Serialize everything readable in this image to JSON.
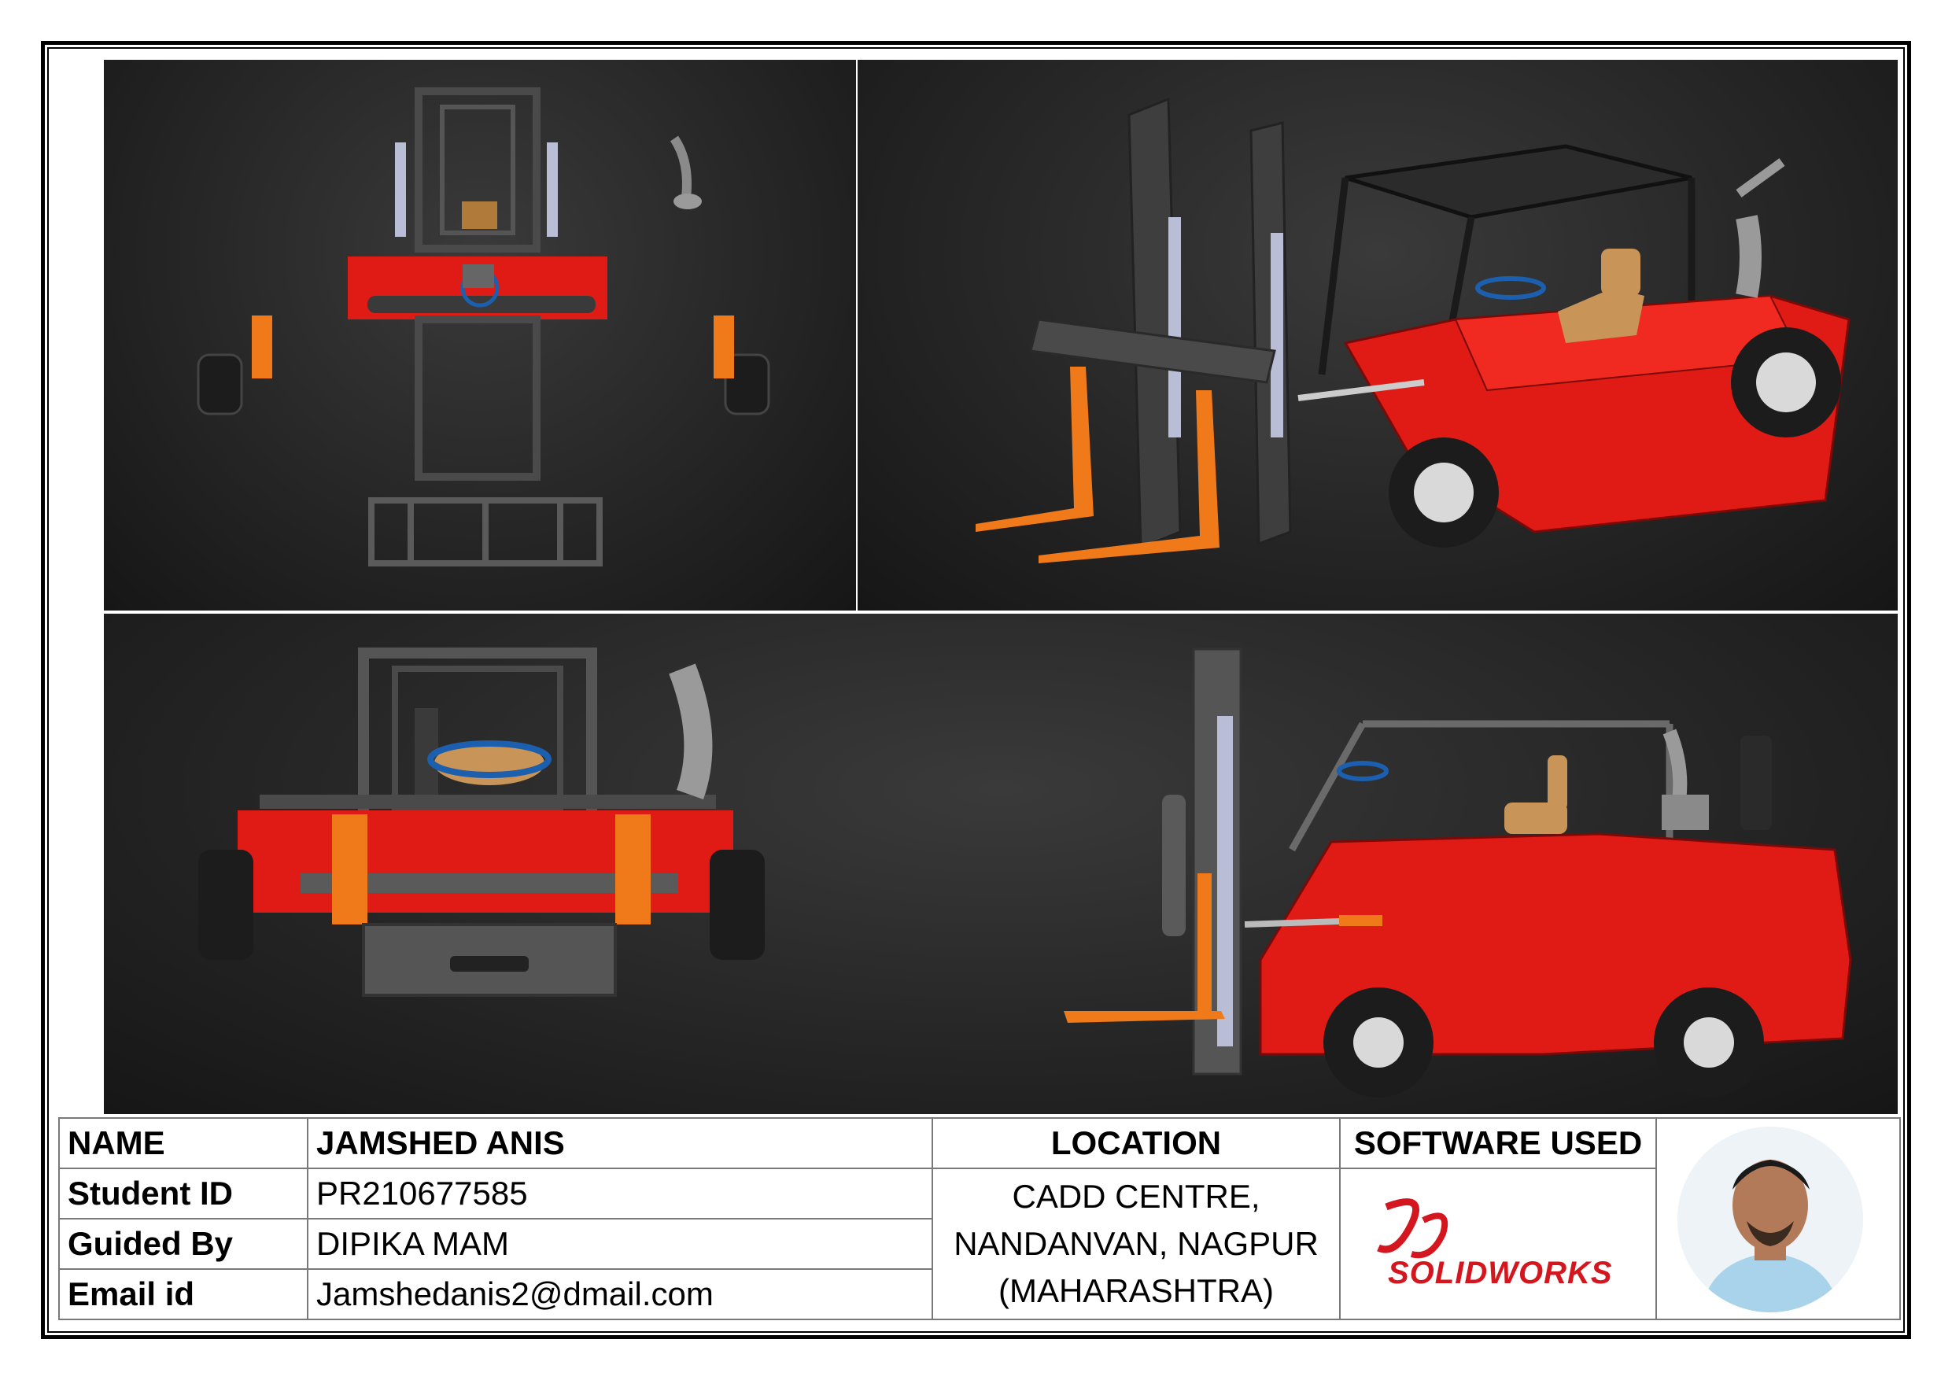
{
  "views": [
    {
      "id": "top-view",
      "icon": "forklift-top-view"
    },
    {
      "id": "isometric-view",
      "icon": "forklift-isometric-view"
    },
    {
      "id": "front-view",
      "icon": "forklift-front-view"
    },
    {
      "id": "side-view",
      "icon": "forklift-side-view"
    }
  ],
  "title_block": {
    "name_label": "NAME",
    "name_value": "JAMSHED ANIS",
    "location_label": "LOCATION",
    "software_label": "SOFTWARE USED",
    "student_id_label": "Student ID",
    "student_id_value": "PR210677585",
    "guided_by_label": "Guided By",
    "guided_by_value": "DIPIKA MAM",
    "email_label": "Email id",
    "email_value": "Jamshedanis2@dmail.com",
    "location_line1": "CADD CENTRE,",
    "location_line2": "NANDANVAN, NAGPUR",
    "location_line3": "(MAHARASHTRA)",
    "software_logo_text": "SOLIDWORKS",
    "photo": "student-photo"
  },
  "colors": {
    "body_red": "#e01a14",
    "fork_orange": "#f07a1a",
    "frame_gray": "#5a5a5a",
    "tire_black": "#1c1c1c",
    "solidworks_red": "#d4161e"
  }
}
